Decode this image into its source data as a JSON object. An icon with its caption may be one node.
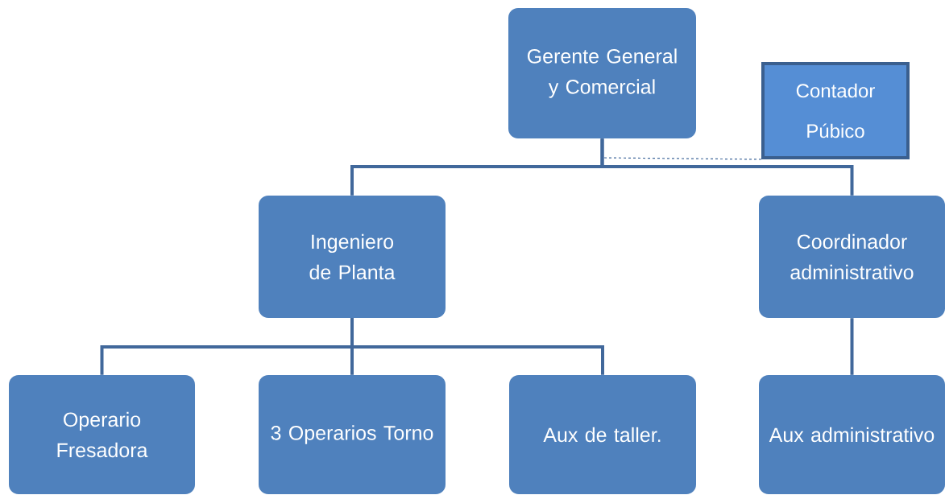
{
  "diagram": {
    "nodes": [
      {
        "text": [
          "Gerente General y Comercial"
        ]
      },
      {
        "text": [
          "Contador Púbico"
        ]
      },
      {
        "text": [
          "Ingeniero de Planta"
        ]
      },
      {
        "text": [
          "Coordinador administrativo"
        ]
      },
      {
        "text": [
          "Operario Fresadora"
        ]
      },
      {
        "text": [
          "3 Operarios Torno"
        ]
      },
      {
        "text": [
          "Aux de taller."
        ]
      },
      {
        "text": [
          "Aux administrativo"
        ]
      }
    ],
    "edges": [
      {
        "from": 0,
        "to": 2,
        "arrow": "none"
      },
      {
        "from": 0,
        "to": 3,
        "arrow": "none"
      },
      {
        "from": 1,
        "to": 0,
        "arrow": "none",
        "style": "dashed"
      },
      {
        "from": 2,
        "to": 4,
        "arrow": "none"
      },
      {
        "from": 2,
        "to": 5,
        "arrow": "none"
      },
      {
        "from": 2,
        "to": 6,
        "arrow": "none"
      },
      {
        "from": 3,
        "to": 7,
        "arrow": "none"
      }
    ]
  }
}
